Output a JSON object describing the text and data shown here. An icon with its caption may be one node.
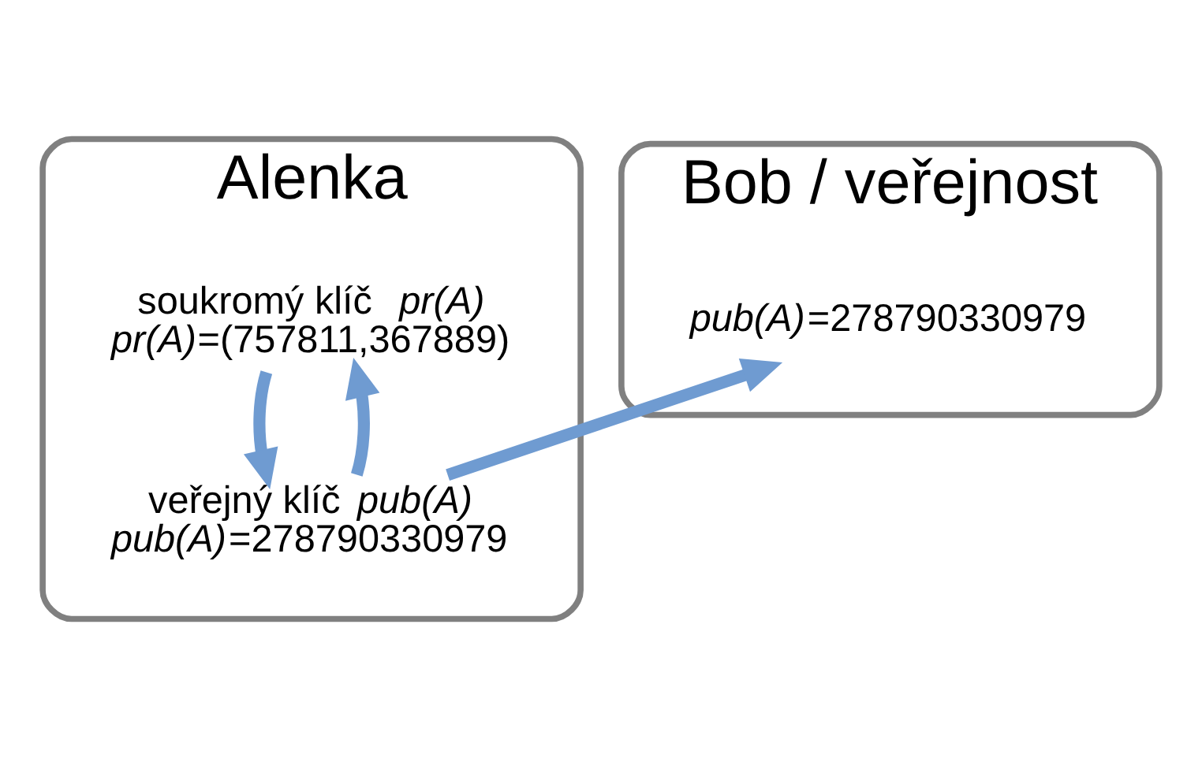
{
  "diagram": {
    "nodes": [
      {
        "text": [
          "Alenka"
        ]
      },
      {
        "text": [
          "soukromý klíč  *pr(A)*",
          "*pr(A)*=(757811,367889)"
        ],
        "in": 0
      },
      {
        "text": [
          "veřejný klíč *pub(A)*",
          "*pub(A)*=278790330979"
        ],
        "in": 0
      },
      {
        "text": [
          "Bob / veřejnost"
        ]
      },
      {
        "text": [
          "*pub(A)*=278790330979"
        ],
        "in": 3
      }
    ],
    "edges": [
      {
        "from": 1,
        "to": 2,
        "arrow": "to"
      },
      {
        "from": 2,
        "to": 1,
        "arrow": "to"
      },
      {
        "from": 2,
        "to": 4,
        "arrow": "to"
      }
    ]
  }
}
